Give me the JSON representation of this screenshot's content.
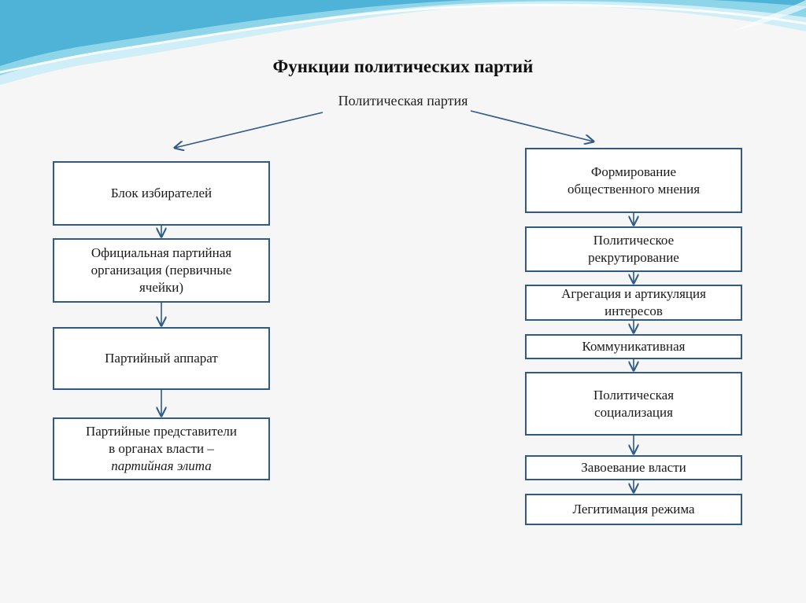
{
  "title": "Функции  политических партий",
  "root": "Политическая партия",
  "left": {
    "box1": "Блок избирателей",
    "box2_line1": "Официальная партийная",
    "box2_line2": "организация (первичные",
    "box2_line3": "ячейки)",
    "box3": "Партийный аппарат",
    "box4_line1": "Партийные представители",
    "box4_line2": "в органах власти –",
    "box4_line3": "партийная элита"
  },
  "right": {
    "box1_line1": "Формирование",
    "box1_line2": "общественного мнения",
    "box2_line1": "Политическое",
    "box2_line2": "рекрутирование",
    "box3_line1": "Агрегация и артикуляция",
    "box3_line2": "интересов",
    "box4": "Коммуникативная",
    "box5_line1": "Политическая",
    "box5_line2": "социализация",
    "box6": "Завоевание власти",
    "box7": "Легитимация режима"
  },
  "colors": {
    "box_border": "#2f5a86",
    "arrow": "#2f5a86",
    "wave_light": "#bfe6f2",
    "wave_mid": "#7fcde6",
    "wave_dark": "#3aa7cf"
  }
}
